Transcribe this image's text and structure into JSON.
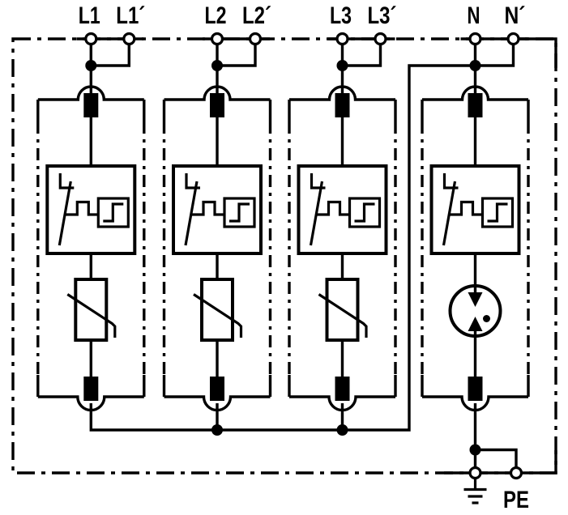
{
  "terminals": {
    "top": [
      {
        "id": "L1",
        "label": "L1"
      },
      {
        "id": "L1-prime",
        "label": "L1´"
      },
      {
        "id": "L2",
        "label": "L2"
      },
      {
        "id": "L2-prime",
        "label": "L2´"
      },
      {
        "id": "L3",
        "label": "L3"
      },
      {
        "id": "L3-prime",
        "label": "L3´"
      },
      {
        "id": "N",
        "label": "N"
      },
      {
        "id": "N-prime",
        "label": "N´"
      }
    ],
    "bottom": {
      "pe_label": "PE"
    }
  },
  "icons": {
    "phase_protection": "varistor-icon",
    "neutral_protection": "spark-gap-icon",
    "series_disconnect": "thermal-disconnector-icon",
    "plug_contact": "fuse-contact-icon",
    "earth": "ground-icon"
  },
  "colors": {
    "line": "#000000",
    "background": "#ffffff"
  }
}
